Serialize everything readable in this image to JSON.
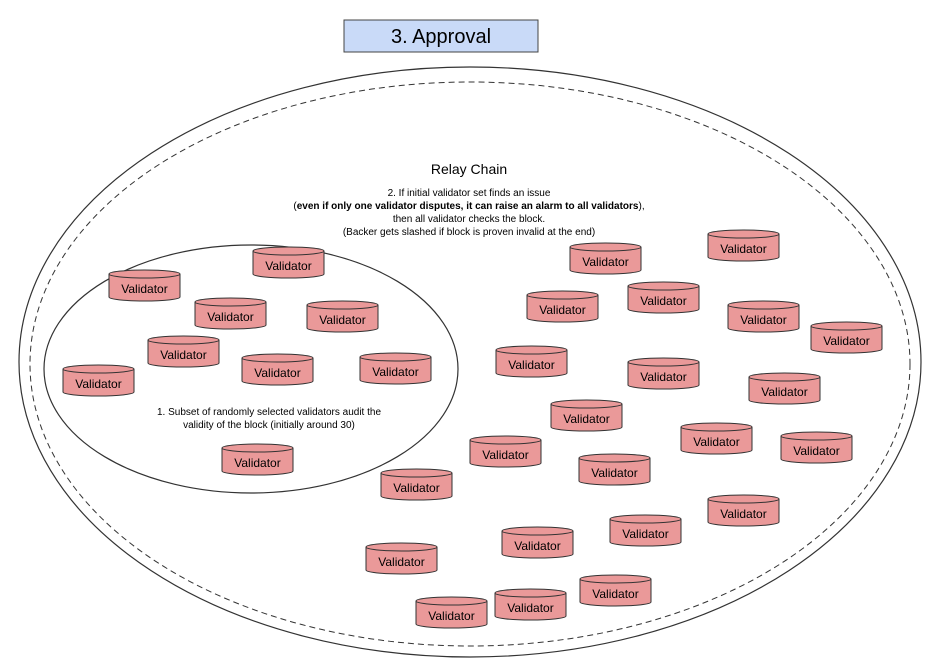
{
  "title": "3. Approval",
  "relay_label": "Relay Chain",
  "note2": {
    "line1": "2. If initial validator set finds an issue",
    "line2_open": "(",
    "line2_bold": "even if only one validator disputes, it can raise an alarm to all validators",
    "line2_close": "),",
    "line3": "then all validator checks the block.",
    "line4": "(Backer gets slashed if block is proven invalid at the end)"
  },
  "note1": {
    "line1": "1. Subset of randomly selected validators audit the",
    "line2": "validity of the block (initially around 30)"
  },
  "validator_label": "Validator",
  "colors": {
    "title_box_fill": "#c9daf8",
    "cylinder_fill": "#ea9999",
    "cylinder_stroke": "#333333"
  }
}
